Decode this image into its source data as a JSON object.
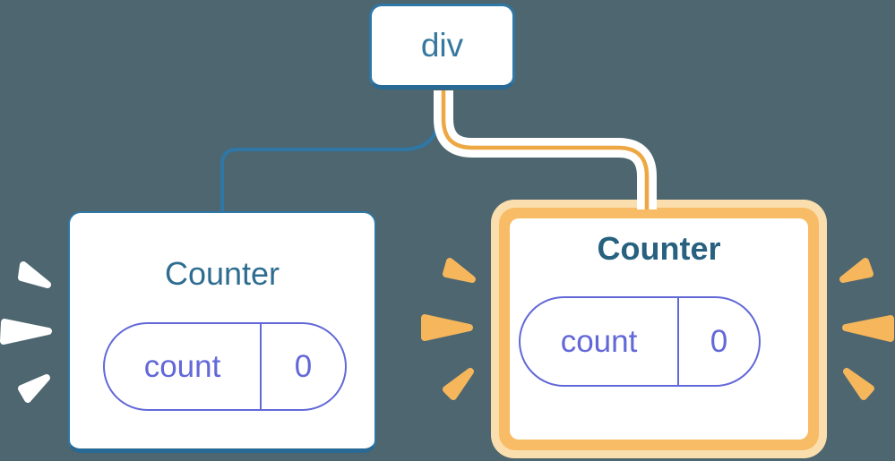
{
  "diagram": {
    "description": "React component tree diagram: a div parent with two Counter children; the right Counter is highlighted as just updated",
    "root": {
      "label": "div"
    },
    "left_counter": {
      "title": "Counter",
      "state_key": "count",
      "state_value": "0",
      "highlighted": false
    },
    "right_counter": {
      "title": "Counter",
      "state_key": "count",
      "state_value": "0",
      "highlighted": true
    },
    "colors": {
      "background": "#4D666F",
      "node_border_blue": "#2F77A6",
      "node_text_blue": "#37789F",
      "counter_title": "#2E6D8F",
      "state_pill_indigo": "#6268D8",
      "connector_blue": "#2F77A6",
      "connector_yellow": "#EDA843",
      "connector_halo": "#FFFFFF",
      "highlight_ring_outer": "#FBDEAE",
      "highlight_ring_inner": "#F8BC66",
      "spark_orange": "#F5B65C",
      "spark_white": "#FFFFFF"
    }
  }
}
